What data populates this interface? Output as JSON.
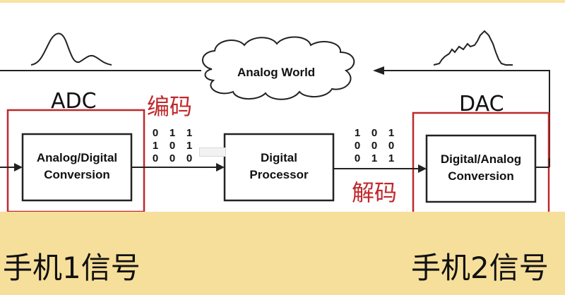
{
  "diagram": {
    "cloud_label": "Analog World",
    "adc_label": "ADC",
    "dac_label": "DAC",
    "encode_label": "编码",
    "decode_label": "解码",
    "adc_box": {
      "line1": "Analog/Digital",
      "line2": "Conversion"
    },
    "processor_box": {
      "line1": "Digital",
      "line2": "Processor"
    },
    "dac_box": {
      "line1": "Digital/Analog",
      "line2": "Conversion"
    },
    "bits_left": [
      [
        "0",
        "1",
        "1"
      ],
      [
        "1",
        "0",
        "1"
      ],
      [
        "0",
        "0",
        "0"
      ]
    ],
    "bits_right": [
      [
        "1",
        "0",
        "1"
      ],
      [
        "0",
        "0",
        "0"
      ],
      [
        "0",
        "1",
        "1"
      ]
    ]
  },
  "footer": {
    "phone1": "手机1信号",
    "phone2": "手机2信号"
  },
  "colors": {
    "highlight_red": "#c0282c",
    "band_yellow": "#f6df9a"
  }
}
